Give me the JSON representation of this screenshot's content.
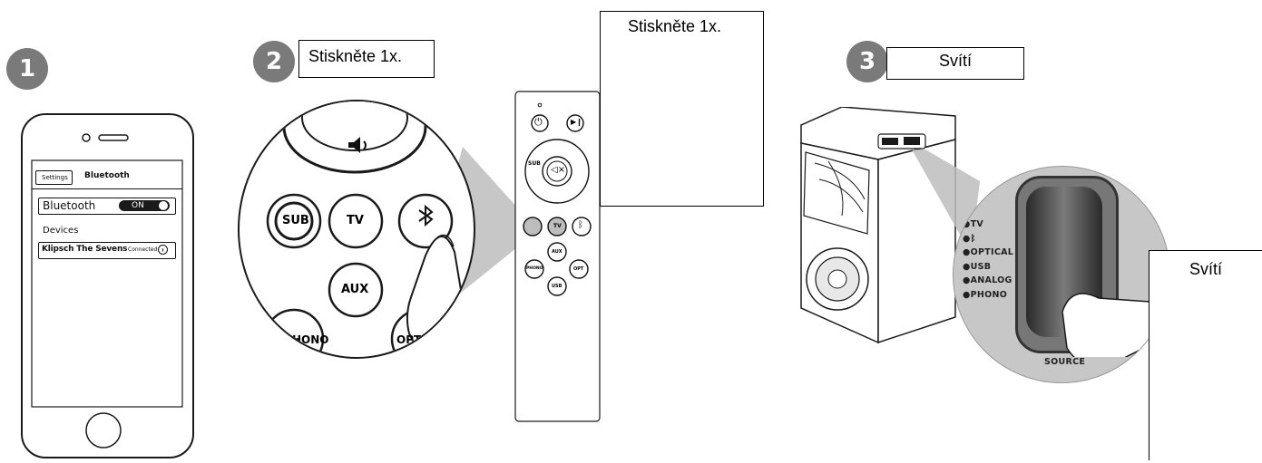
{
  "steps": {
    "step1": {
      "number": "1"
    },
    "step2": {
      "number": "2",
      "callout": "Stiskněte 1x."
    },
    "step3": {
      "number": "3",
      "callout": "Svítí"
    }
  },
  "callouts": {
    "remote_box": "Stiskněte 1x.",
    "speaker_box": "Svítí"
  },
  "phone": {
    "back_label": "Settings",
    "nav_title": "Bluetooth",
    "bluetooth_row_label": "Bluetooth",
    "toggle_state": "ON",
    "devices_header": "Devices",
    "device_name": "Klipsch The Sevens",
    "device_status": "Connected"
  },
  "remote_zoom": {
    "sub_label": "SUB",
    "tv_label": "TV",
    "aux_label": "AUX",
    "phono_label": "HONO",
    "opt_label": "OPT"
  },
  "remote": {
    "sub_label": "SUB",
    "tv_label": "TV",
    "aux_label": "AUX",
    "phono_label": "PHONO",
    "opt_label": "OPT",
    "usb_label": "USB"
  },
  "speaker_panel": {
    "sources": [
      "TV",
      "OPTICAL",
      "USB",
      "ANALOG",
      "PHONO"
    ],
    "source_button_label": "SOURCE"
  },
  "colors": {
    "badge": "#7a7a7a",
    "line": "#1a1a1a",
    "zoom_fill": "#bdbdbd"
  }
}
